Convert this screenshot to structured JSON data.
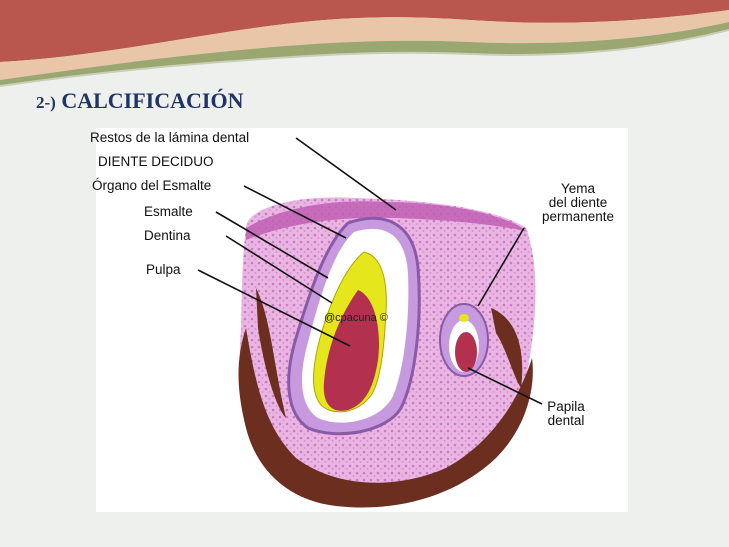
{
  "slide": {
    "title_number": "2-)",
    "title_text": "CALCIFICACIÓN"
  },
  "figure": {
    "labels": {
      "lamina": "Restos de la lámina dental",
      "diente_deciduo": "DIENTE DECIDUO",
      "organo": "Órgano del Esmalte",
      "esmalte": "Esmalte",
      "dentina": "Dentina",
      "pulpa": "Pulpa",
      "yema_line1": "Yema",
      "yema_line2": "del diente",
      "yema_line3": "permanente",
      "papila_line1": "Papila",
      "papila_line2": "dental"
    },
    "watermark": "@cpacuna ©"
  },
  "colors": {
    "title": "#1f3565",
    "tissue_pink": "#e9b6e3",
    "tissue_magenta": "#c05fb4",
    "bone_brown": "#6b2e1f",
    "dentin_yellow": "#e6e61c",
    "pulp_red": "#b3304f",
    "enamel_white": "#ffffff",
    "banner_red": "#b9564e",
    "banner_green": "#9aa770"
  }
}
